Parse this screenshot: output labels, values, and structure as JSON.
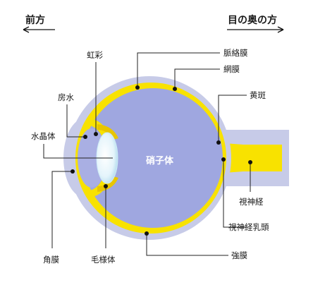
{
  "header": {
    "front": "前方",
    "back": "目の奥の方"
  },
  "labels": {
    "iris": "虹彩",
    "aqueous_humor": "房水",
    "lens": "水晶体",
    "cornea": "角膜",
    "ciliary_body": "毛様体",
    "vitreous": "硝子体",
    "choroid": "脈絡膜",
    "retina": "網膜",
    "macula": "黄斑",
    "optic_nerve": "視神経",
    "optic_disc": "視神経乳頭",
    "sclera": "強膜"
  },
  "colors": {
    "sclera": "#c7cbe8",
    "vitreous": "#9fa7e0",
    "retina": "#f8e200",
    "lens": "#dff2fb",
    "leader": "#222222"
  }
}
